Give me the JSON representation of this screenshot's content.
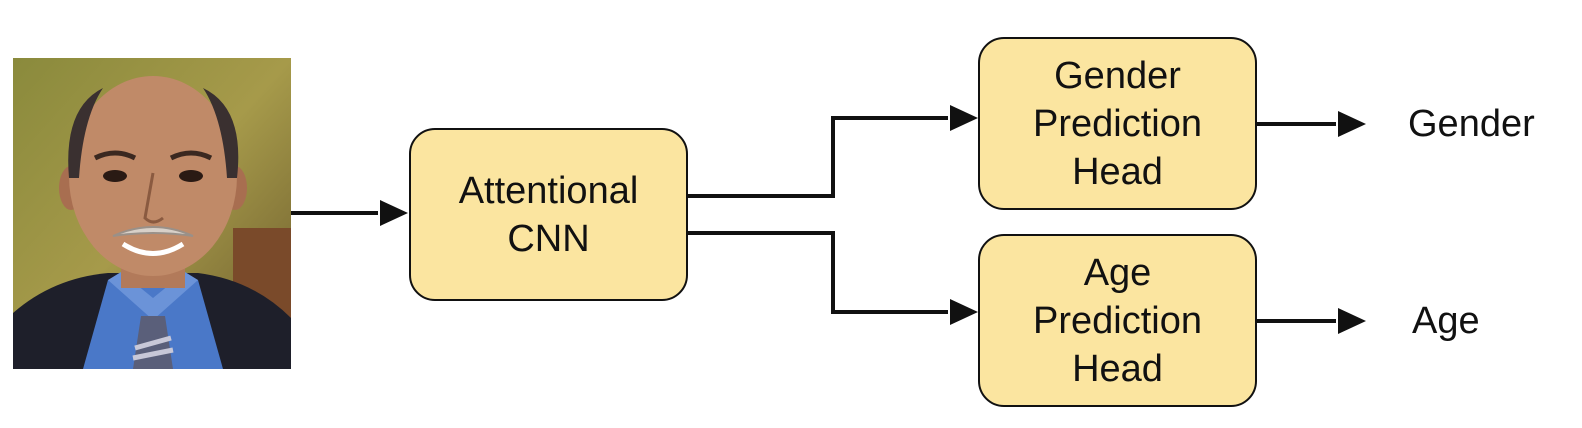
{
  "diagram": {
    "input_image": {
      "description_icon": "face-photo-icon"
    },
    "nodes": {
      "cnn": {
        "lines": [
          "Attentional",
          "CNN"
        ]
      },
      "gender_head": {
        "lines": [
          "Gender",
          "Prediction",
          "Head"
        ]
      },
      "age_head": {
        "lines": [
          "Age",
          "Prediction",
          "Head"
        ]
      }
    },
    "outputs": {
      "gender": "Gender",
      "age": "Age"
    },
    "colors": {
      "box_fill": "#fbe5a0",
      "stroke": "#111111"
    }
  }
}
